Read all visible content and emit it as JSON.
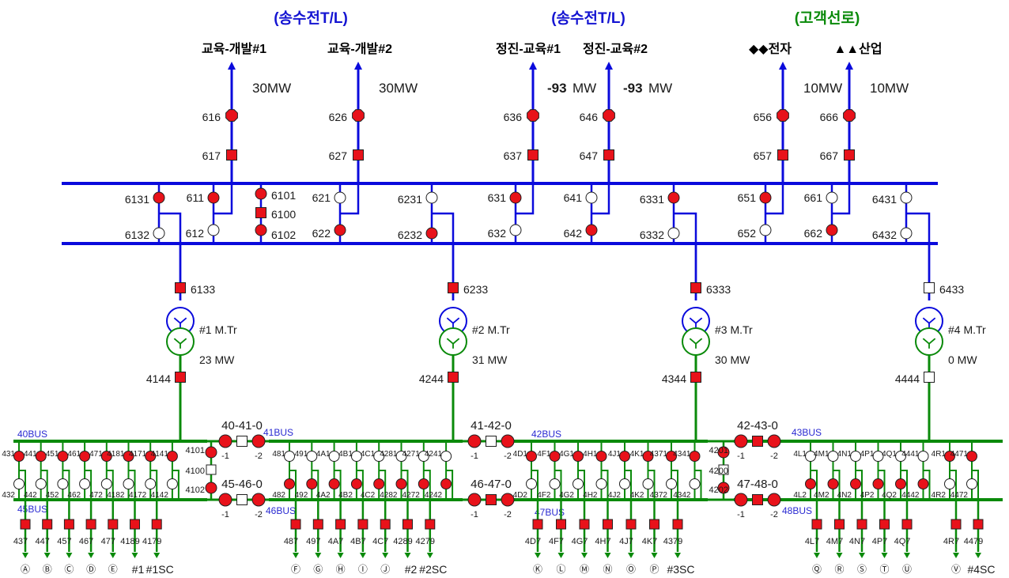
{
  "colors": {
    "hv_line": "#0a0adc",
    "lv_line": "#0a8a0a",
    "closed": "#e8121a",
    "open": "#ffffff",
    "outline": "#202020",
    "head_blue": "#1414d2",
    "head_green": "#0a8a0a",
    "bus_label": "#2a2ad2"
  },
  "headers": [
    {
      "text": "(송수전T/L)",
      "color": "blue"
    },
    {
      "text": "(송수전T/L)",
      "color": "blue"
    },
    {
      "text": "(고객선로)",
      "color": "green"
    }
  ],
  "feeders": [
    {
      "name": "교육-개발#1",
      "mw_sign": "",
      "mw_num": "30MW",
      "upper_breaker": "616",
      "lower_breaker": "617",
      "upper_state": "closed",
      "lower_state": "closed"
    },
    {
      "name": "교육-개발#2",
      "mw_sign": "",
      "mw_num": "30MW",
      "upper_breaker": "626",
      "lower_breaker": "627",
      "upper_state": "closed",
      "lower_state": "closed"
    },
    {
      "name": "정진-교육#1",
      "mw_sign": "-93",
      "mw_num": "MW",
      "upper_breaker": "636",
      "lower_breaker": "637",
      "upper_state": "closed",
      "lower_state": "closed"
    },
    {
      "name": "정진-교육#2",
      "mw_sign": "-93",
      "mw_num": "MW",
      "upper_breaker": "646",
      "lower_breaker": "647",
      "upper_state": "closed",
      "lower_state": "closed"
    },
    {
      "name": "◆◆전자",
      "mw_sign": "",
      "mw_num": "10MW",
      "upper_breaker": "656",
      "lower_breaker": "657",
      "upper_state": "closed",
      "lower_state": "closed"
    },
    {
      "name": "▲▲산업",
      "mw_sign": "",
      "mw_num": "10MW",
      "upper_breaker": "666",
      "lower_breaker": "667",
      "upper_state": "closed",
      "lower_state": "closed"
    }
  ],
  "hv_switches": [
    {
      "top": "611",
      "bottom": "612",
      "top_state": "closed",
      "bottom_state": "open"
    },
    {
      "top": "621",
      "bottom": "622",
      "top_state": "open",
      "bottom_state": "closed"
    },
    {
      "top": "631",
      "bottom": "632",
      "top_state": "closed",
      "bottom_state": "open"
    },
    {
      "top": "641",
      "bottom": "642",
      "top_state": "open",
      "bottom_state": "closed"
    },
    {
      "top": "651",
      "bottom": "652",
      "top_state": "closed",
      "bottom_state": "open"
    },
    {
      "top": "661",
      "bottom": "662",
      "top_state": "open",
      "bottom_state": "closed"
    }
  ],
  "hv_coupler": {
    "top": "6101",
    "mid": "6100",
    "bottom": "6102"
  },
  "transformers": [
    {
      "top_sw": "6131",
      "bottom_sw": "6132",
      "top_state": "closed",
      "bottom_state": "open",
      "hv_breaker": "6133",
      "hv_state": "closed",
      "name": "#1  M.Tr",
      "mw": "23  MW",
      "lv_breaker": "4144",
      "lv_state": "closed"
    },
    {
      "top_sw": "6231",
      "bottom_sw": "6232",
      "top_state": "open",
      "bottom_state": "closed",
      "hv_breaker": "6233",
      "hv_state": "closed",
      "name": "#2  M.Tr",
      "mw": "31  MW",
      "lv_breaker": "4244",
      "lv_state": "closed"
    },
    {
      "top_sw": "6331",
      "bottom_sw": "6332",
      "top_state": "closed",
      "bottom_state": "open",
      "hv_breaker": "6333",
      "hv_state": "closed",
      "name": "#3  M.Tr",
      "mw": "30  MW",
      "lv_breaker": "4344",
      "lv_state": "closed"
    },
    {
      "top_sw": "6431",
      "bottom_sw": "6432",
      "top_state": "open",
      "bottom_state": "open",
      "hv_breaker": "6433",
      "hv_state": "open",
      "name": "#4  M.Tr",
      "mw": "0  MW",
      "lv_breaker": "4444",
      "lv_state": "open"
    }
  ],
  "buses": {
    "bus40": "40BUS",
    "bus41": "41BUS",
    "bus42": "42BUS",
    "bus43": "43BUS",
    "bus45": "45BUS",
    "bus46": "46BUS",
    "bus47": "47BUS",
    "bus48": "48BUS"
  },
  "couplers": [
    {
      "label": "40-41-0",
      "left": "-1",
      "right": "-2",
      "state": "open"
    },
    {
      "label": "45-46-0",
      "left": "-1",
      "right": "-2",
      "state": "open"
    },
    {
      "label": "41-42-0",
      "left": "-1",
      "right": "-2",
      "state": "open"
    },
    {
      "label": "46-47-0",
      "left": "-1",
      "right": "-2",
      "state": "closed"
    },
    {
      "label": "42-43-0",
      "left": "-1",
      "right": "-2",
      "state": "closed"
    },
    {
      "label": "47-48-0",
      "left": "-1",
      "right": "-2",
      "state": "closed"
    }
  ],
  "bus_ties": [
    {
      "top": "4101",
      "mid": "4100",
      "bottom": "4102",
      "mid_state": "open"
    },
    {
      "top": "4201",
      "mid": "4200",
      "bottom": "4202",
      "mid_state": "open"
    }
  ],
  "lv_groups": [
    {
      "upper": [
        "431",
        "441",
        "451",
        "461",
        "471",
        "4181",
        "4171",
        "4141"
      ],
      "lower": [
        "432",
        "442",
        "452",
        "462",
        "472",
        "4182",
        "4172",
        "4142"
      ],
      "upper_state": "closed",
      "lower_state": "open",
      "breakers": [
        "437",
        "447",
        "457",
        "467",
        "477",
        "4189",
        "4179"
      ],
      "circles": [
        "Ⓐ",
        "Ⓑ",
        "Ⓒ",
        "Ⓓ",
        "Ⓔ"
      ],
      "tail": [
        "#1",
        "#1SC"
      ]
    },
    {
      "upper": [
        "481",
        "491",
        "4A1",
        "4B1",
        "4C1",
        "4281",
        "4271",
        "4241"
      ],
      "lower": [
        "482",
        "492",
        "4A2",
        "4B2",
        "4C2",
        "4282",
        "4272",
        "4242"
      ],
      "upper_state": "open",
      "lower_state": "closed",
      "breakers": [
        "487",
        "497",
        "4A7",
        "4B7",
        "4C7",
        "4289",
        "4279"
      ],
      "circles": [
        "Ⓕ",
        "Ⓖ",
        "Ⓗ",
        "Ⓘ",
        "Ⓙ"
      ],
      "tail": [
        "#2",
        "#2SC"
      ]
    },
    {
      "upper": [
        "4D1",
        "4F1",
        "4G1",
        "4H1",
        "4J1",
        "4K1",
        "4371",
        "4341"
      ],
      "lower": [
        "4D2",
        "4F2",
        "4G2",
        "4H2",
        "4J2",
        "4K2",
        "4372",
        "4342"
      ],
      "upper_state": "closed",
      "lower_state": "open",
      "breakers": [
        "4D7",
        "4F7",
        "4G7",
        "4H7",
        "4J7",
        "4K7",
        "4379"
      ],
      "circles": [
        "Ⓚ",
        "Ⓛ",
        "Ⓜ",
        "Ⓝ",
        "Ⓞ",
        "Ⓟ"
      ],
      "tail": [
        "#3SC"
      ]
    },
    {
      "upper": [
        "4L1",
        "4M1",
        "4N1",
        "4P1",
        "4Q1",
        "4441"
      ],
      "lower": [
        "4L2",
        "4M2",
        "4N2",
        "4P2",
        "4Q2",
        "4442"
      ],
      "upper_state": "open",
      "lower_state": "closed",
      "breakers": [
        "4L7",
        "4M7",
        "4N7",
        "4P7",
        "4Q7"
      ],
      "circles": [
        "Ⓠ",
        "Ⓡ",
        "Ⓢ",
        "Ⓣ",
        "Ⓤ"
      ],
      "tail": []
    },
    {
      "upper": [
        "4R1",
        "4471"
      ],
      "lower": [
        "4R2",
        "4472"
      ],
      "upper_state": "closed",
      "lower_state": "open",
      "breakers": [
        "4R7",
        "4479"
      ],
      "circles": [
        "Ⓥ"
      ],
      "tail": [
        "#4SC"
      ]
    }
  ]
}
